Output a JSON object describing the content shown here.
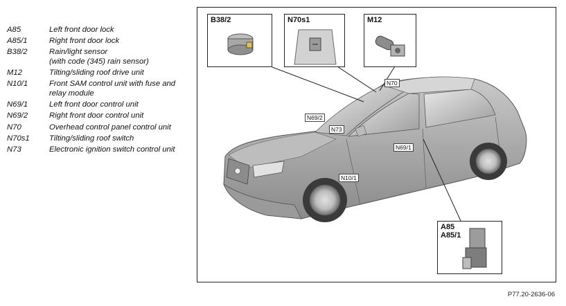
{
  "legend": [
    {
      "code": "A85",
      "desc": "Left front door lock"
    },
    {
      "code": "A85/1",
      "desc": "Right front door lock"
    },
    {
      "code": "B38/2",
      "desc": "Rain/light sensor\n(with code (345) rain sensor)"
    },
    {
      "code": "M12",
      "desc": "Tilting/sliding roof drive unit"
    },
    {
      "code": "N10/1",
      "desc": "Front SAM control unit with fuse and relay module"
    },
    {
      "code": "N69/1",
      "desc": "Left front door control unit"
    },
    {
      "code": "N69/2",
      "desc": "Right front door control unit"
    },
    {
      "code": "N70",
      "desc": "Overhead control panel control unit"
    },
    {
      "code": "N70s1",
      "desc": "Tilting/sliding roof switch"
    },
    {
      "code": "N73",
      "desc": "Electronic ignition switch control unit"
    }
  ],
  "insets": {
    "b38": "B38/2",
    "n70s1": "N70s1",
    "m12": "M12",
    "a85": "A85\nA85/1"
  },
  "callouts": {
    "n70": "N70",
    "n69_2": "N69/2",
    "n73": "N73",
    "n69_1": "N69/1",
    "n10_1": "N10/1"
  },
  "figure_id": "P77.20-2636-06"
}
